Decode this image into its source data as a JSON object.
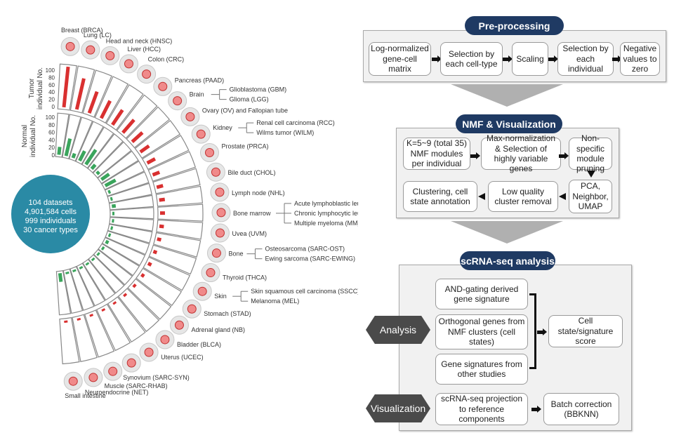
{
  "summary": {
    "lines": [
      "104 datasets",
      "4,901,584 cells",
      "999 individuals",
      "30 cancer types"
    ],
    "color": "#2a8aa5"
  },
  "chart_data": {
    "type": "bar",
    "layout": "radial",
    "axes": {
      "tumor_label": "Tumor individual No.",
      "normal_label": "Normal individual No.",
      "ticks": [
        "100",
        "80",
        "60",
        "40",
        "20",
        "0"
      ],
      "range": [
        0,
        100
      ]
    },
    "categories": [
      "Breast (BRCA)",
      "Lung (LC)",
      "Head and neck (HNSC)",
      "Liver (HCC)",
      "Colon (CRC)",
      "Pancreas (PAAD)",
      "Brain",
      "Ovary (OV) and Fallopian tube",
      "Kidney",
      "Prostate (PRCA)",
      "Bile duct (CHOL)",
      "Lymph node (NHL)",
      "Bone marrow",
      "Uvea (UVM)",
      "Bone",
      "Thyroid (THCA)",
      "Skin",
      "Stomach (STAD)",
      "Adrenal gland (NB)",
      "Bladder (BLCA)",
      "Uterus (UCEC)",
      "Synovium (SARC-SYN)",
      "Muscle (SARC-RHAB)",
      "Neuroendocrine (NET)",
      "Small intestine"
    ],
    "series": [
      {
        "key": "tumor",
        "color": "#d93030",
        "values": [
          100,
          78,
          56,
          48,
          44,
          42,
          34,
          26,
          22,
          18,
          16,
          14,
          12,
          11,
          10,
          9,
          9,
          8,
          7,
          6,
          5,
          4,
          3,
          3,
          2
        ]
      },
      {
        "key": "normal",
        "color": "#3aa55c",
        "values": [
          20,
          45,
          12,
          28,
          45,
          14,
          8,
          24,
          30,
          6,
          5,
          10,
          4,
          3,
          2,
          2,
          8,
          6,
          3,
          3,
          2,
          2,
          2,
          3,
          22
        ]
      }
    ],
    "subtypes": {
      "Brain": [
        "Glioblastoma (GBM)",
        "Glioma (LGG)"
      ],
      "Kidney": [
        "Renal cell carcinoma (RCC)",
        "Wilms tumor (WILM)"
      ],
      "Bone marrow": [
        "Acute lymphoblastic leukemia (ALL)",
        "Chronic lymphocytic leukemia (CLL)",
        "Multiple myeloma (MM)"
      ],
      "Bone": [
        "Osteosarcoma (SARC-OST)",
        "Ewing sarcoma (SARC-EWING)"
      ],
      "Skin": [
        "Skin squamous cell carcinoma (SSCC)",
        "Melanoma (MEL)"
      ]
    }
  },
  "preprocessing": {
    "title": "Pre-processing",
    "steps": [
      "Log-normalized gene-cell matrix",
      "Selection by each cell-type",
      "Scaling",
      "Selection by each individual",
      "Negative values to zero"
    ]
  },
  "nmf": {
    "title": "NMF & Visualization",
    "steps": [
      "K=5~9 (total 35) NMF modules per individual",
      "Max-normalization & Selection of highly variable genes",
      "Non-specific module pruning",
      "PCA, Neighbor, UMAP",
      "Low quality cluster removal",
      "Clustering, cell state annotation"
    ]
  },
  "scrna": {
    "title": "scRNA-seq analysis",
    "analysis_label": "Analysis",
    "visualization_label": "Visualization",
    "analysis_inputs": [
      "AND-gating derived gene signature",
      "Orthogonal genes from NMF clusters (cell states)",
      "Gene signatures from other studies"
    ],
    "analysis_output": "Cell state/signature score",
    "vis_input": "scRNA-seq projection to reference components",
    "vis_output": "Batch correction (BBKNN)"
  }
}
